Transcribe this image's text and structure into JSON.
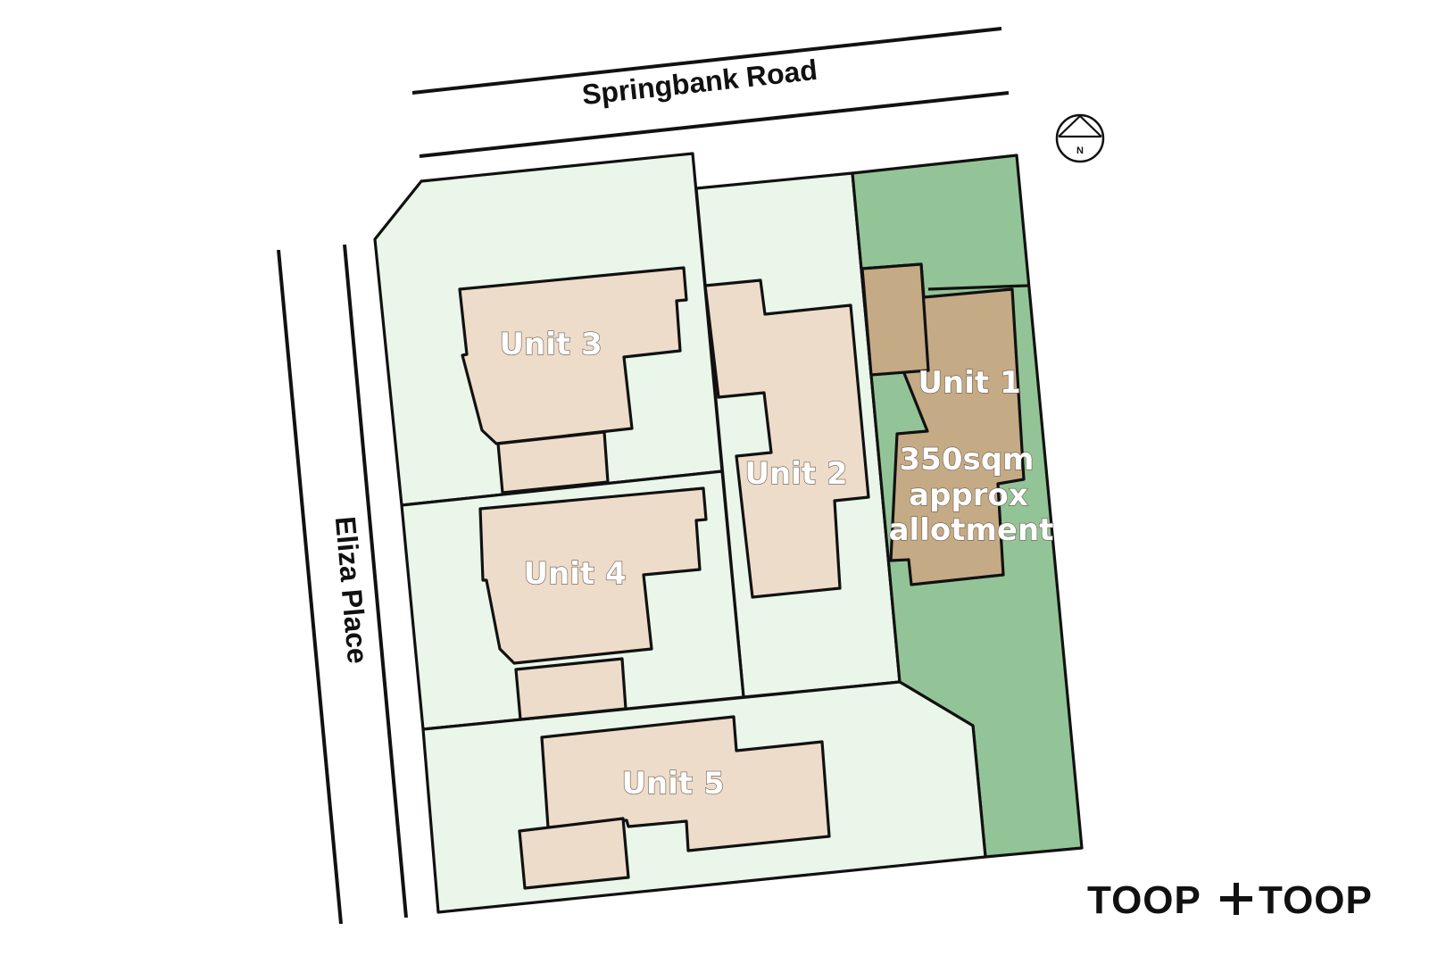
{
  "roads": {
    "north": "Springbank Road",
    "west": "Eliza Place"
  },
  "compass": {
    "label": "N"
  },
  "units": {
    "unit1": {
      "label": "Unit 1",
      "note_lines": [
        "350sqm",
        "approx",
        "allotment"
      ]
    },
    "unit2": {
      "label": "Unit 2"
    },
    "unit3": {
      "label": "Unit 3"
    },
    "unit4": {
      "label": "Unit 4"
    },
    "unit5": {
      "label": "Unit 5"
    }
  },
  "brand": {
    "left": "TOOP",
    "right": "TOOP"
  },
  "colors": {
    "lot_fill": "#e9f6e9",
    "highlight_lot_fill": "#93c497",
    "building_fill": "#eedcca",
    "highlight_building_fill": "#c5aa86",
    "outline": "#111111",
    "label_text": "#ffffff"
  }
}
